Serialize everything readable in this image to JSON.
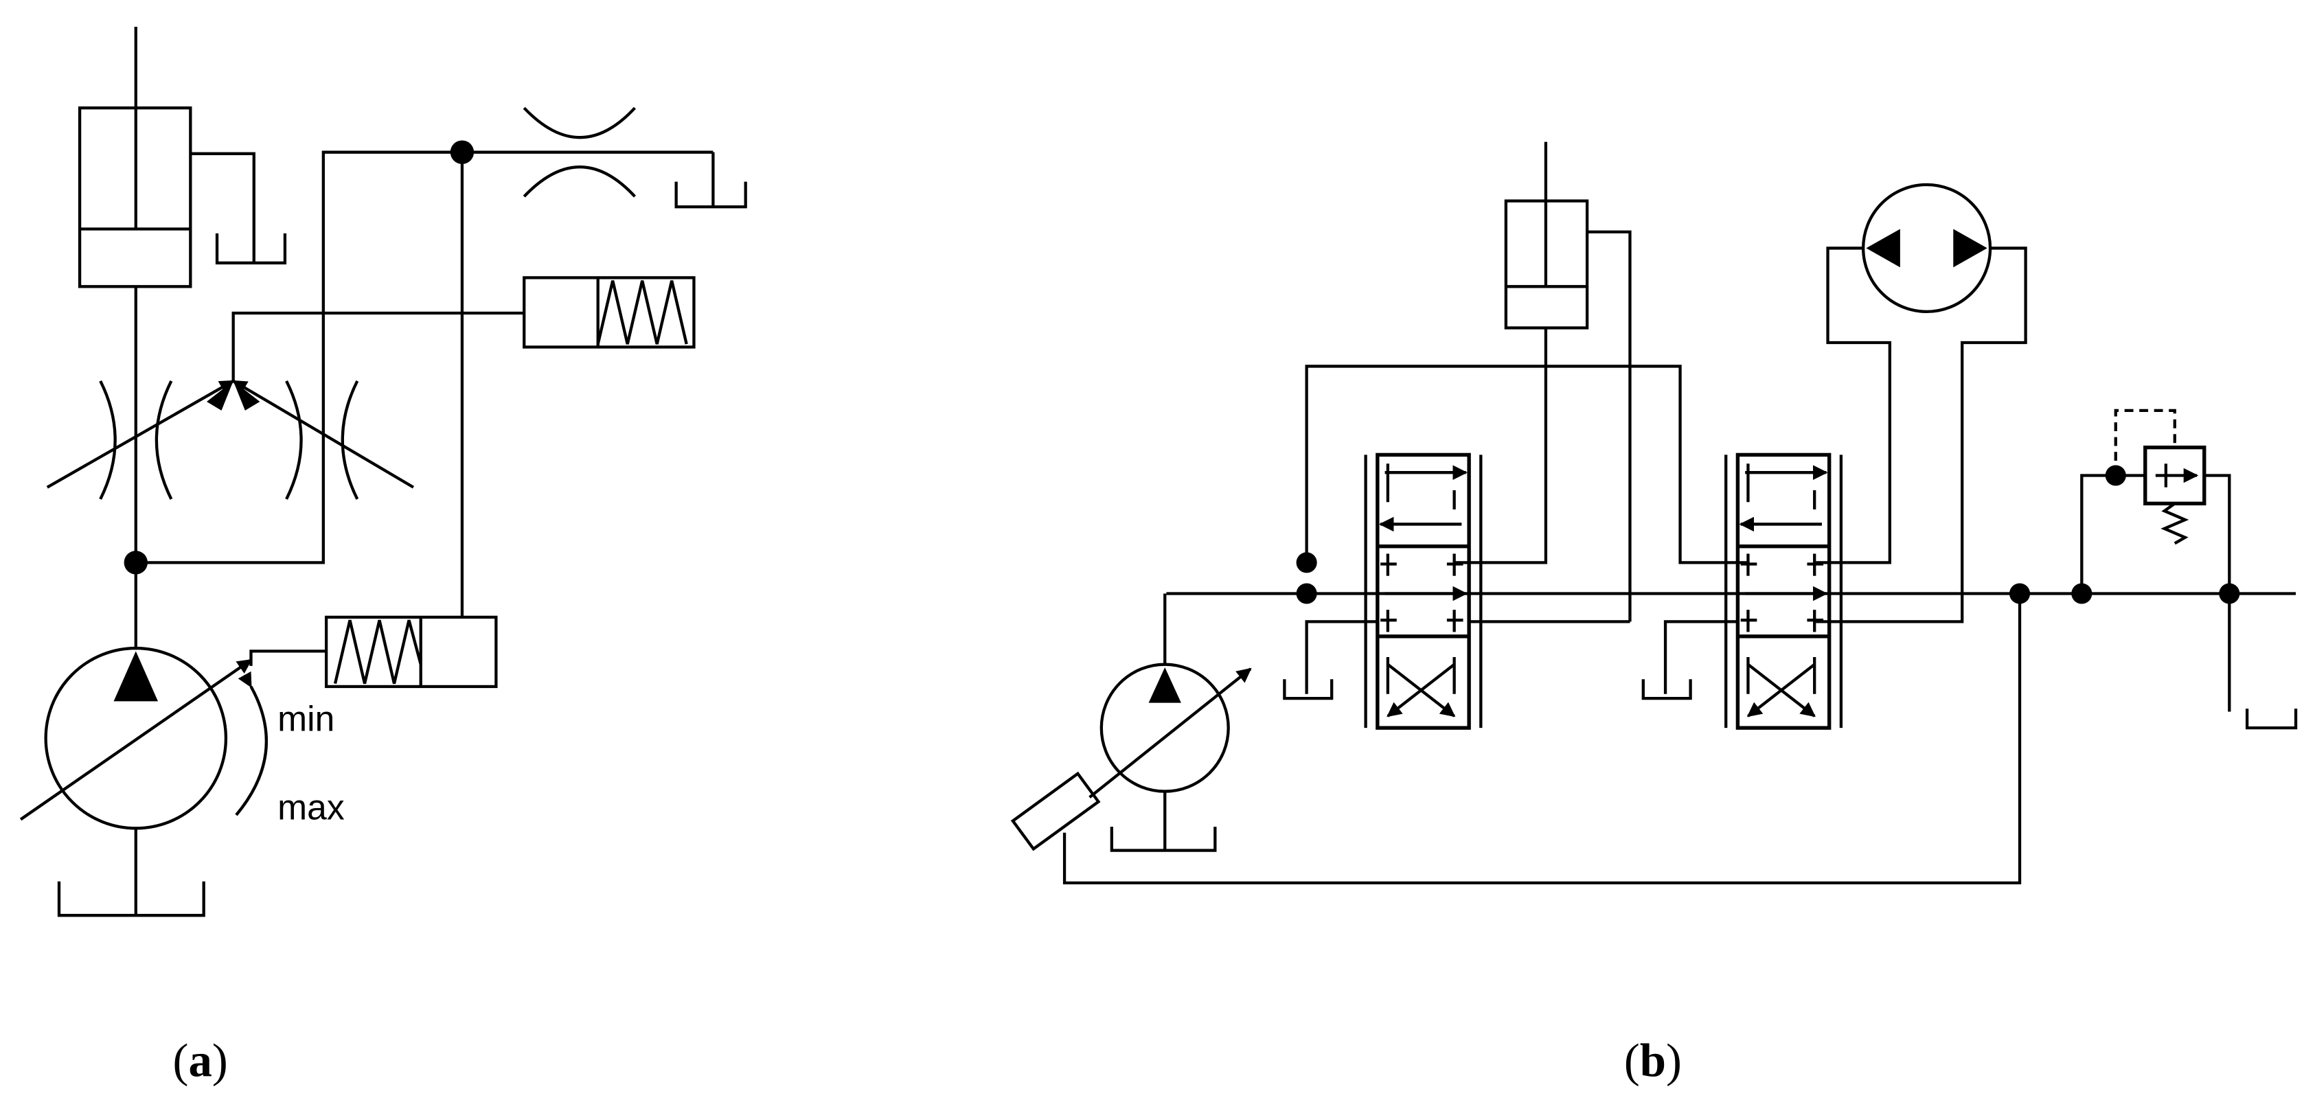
{
  "panel_a": {
    "label_letter": "a",
    "stroke_label_min": "min",
    "stroke_label_max": "max"
  },
  "panel_b": {
    "label_letter": "b"
  },
  "colors": {
    "line": "#000000",
    "background": "#ffffff"
  }
}
